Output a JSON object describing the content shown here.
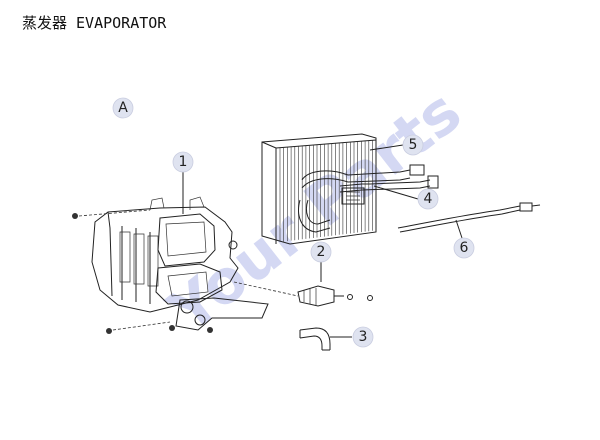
{
  "page": {
    "title": "蒸发器 EVAPORATOR",
    "section_label": "A"
  },
  "watermark": {
    "text": "Your Parts",
    "color": "#3a4fc8"
  },
  "callouts": [
    "1",
    "2",
    "3",
    "4",
    "5",
    "6"
  ],
  "colors": {
    "bubble_fill": "#dfe3f0",
    "line": "#222222"
  }
}
